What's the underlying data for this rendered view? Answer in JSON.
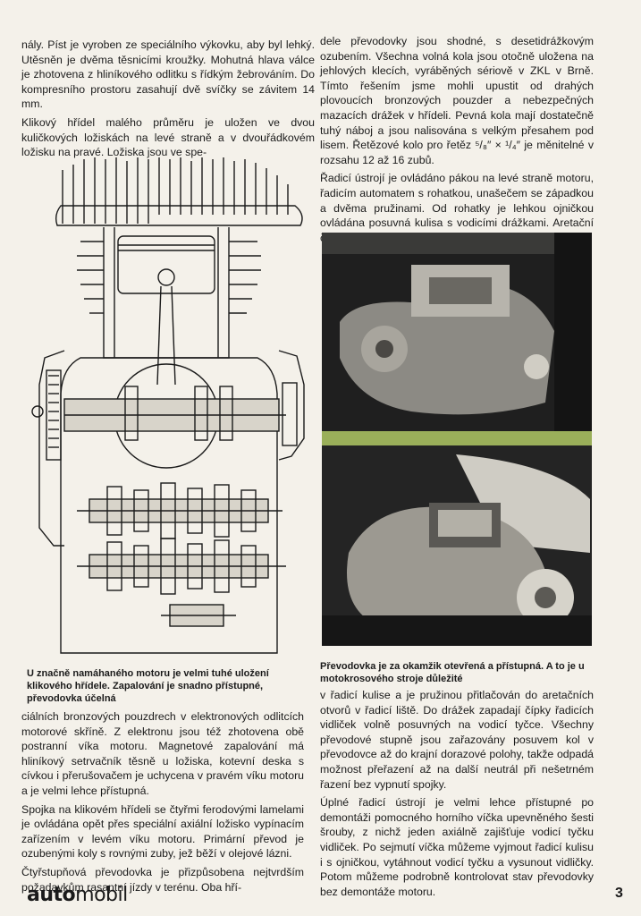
{
  "column_left_top": [
    "nály. Píst je vyroben ze speciálního výkovku, aby byl lehký. Utěsněn je dvěma těsnicími kroužky. Mohutná hlava válce je zhotovena z hliníkového odlitku s řídkým žebrováním. Do kompresního prostoru zasahují dvě svíčky se závitem 14 mm.",
    "Klikový hřídel malého průměru je uložen ve dvou kuličkových ložiskách na levé straně a v dvouřádkovém ložisku na pravé. Ložiska jsou ve spe-"
  ],
  "column_right_top": [
    "dele převodovky jsou shodné, s desetidrážkovým ozubením. Všechna volná kola jsou otočně uložena na jehlových klecích, vyráběných sériově v ZKL v Brně. Tímto řešením jsme mohli upustit od drahých plovoucích bronzových pouzder a nebezpečných mazacích drážek v hřídeli. Pevná kola mají dostatečně tuhý náboj a jsou nalisována s velkým přesahem pod lisem. Řetězové kolo pro řetěz ⁵/₈″ × ¹/₄″ je měnitelné v rozsahu 12 až 16 zubů.",
    "Řadicí ústrojí je ovládáno pákou na levé straně motoru, řadicím automatem s rohatkou, unašečem se západkou a dvěma pružinami. Od rohatky je lehkou ojničkou ovládána posuvná kulisa s vodicími drážkami. Aretační čípek je posuvně uložen přímo"
  ],
  "caption_left": "U značně namáhaného motoru je velmi tuhé uložení klikového hřídele. Zapalování je snadno přístupné, převodovka účelná",
  "caption_right": "Převodovka je za okamžik otevřená a přístupná. A to je u motokrosového stroje důležité",
  "column_left_bottom": [
    "ciálních bronzových pouzdrech v elektronových odlitcích motorové skříně. Z elektronu jsou též zhotovena obě postranní víka motoru. Magnetové zapalování má hliníkový setrvačník těsně u ložiska, kotevní deska s cívkou i přerušovačem je uchycena v pravém víku motoru a je velmi lehce přístupná.",
    "Spojka na klikovém hřídeli se čtyřmi ferodovými lamelami je ovládána opět přes speciální axiální ložisko vypínacím zařízením v levém víku motoru. Primární převod je ozubenými koly s rovnými zuby, jež běží v olejové lázni.",
    "Čtyřstupňová převodovka je přizpůsobena nejtvrdším požadavkům rasantní jízdy v terénu. Oba hří-"
  ],
  "column_right_bottom": [
    "v řadicí kulise a je pružinou přitlačován do aretačních otvorů v řadicí liště. Do drážek zapadají čípky řadicích vidliček volně posuvných na vodicí tyčce. Všechny převodové stupně jsou zařazovány posuvem kol v převodovce až do krajní dorazové polohy, takže odpadá možnost přeřazení až na další neutrál při nešetrném řazení bez vypnutí spojky.",
    "Úplné řadicí ústrojí je velmi lehce přístupné po demontáži pomocného horního víčka upevněného šesti šrouby, z nichž jeden axiálně zajišťuje vodicí tyčku vidliček. Po sejmutí víčka můžeme vyjmout řadicí kulisu i s ojničkou, vytáhnout vodicí tyčku a vysunout vidličky. Potom můžeme podrobně kontrolovat stav převodovky bez demontáže motoru."
  ],
  "footer": {
    "brand_part1": "auto",
    "brand_part2": "mobil",
    "page_number": "3"
  },
  "colors": {
    "paper": "#f4f1ea",
    "text": "#1a1a1a",
    "green_band": "#9aaf5a",
    "photo_dark": "#1d1d1d"
  }
}
